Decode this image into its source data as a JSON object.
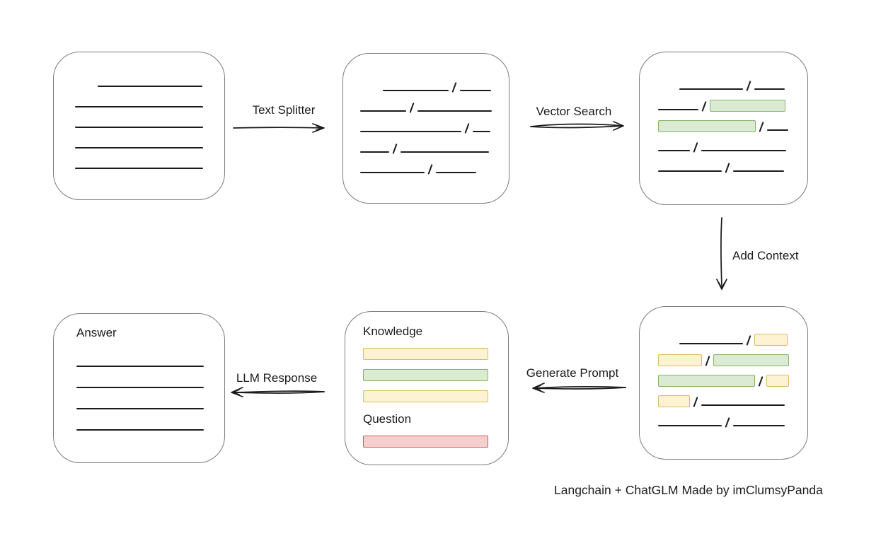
{
  "caption": "Langchain + ChatGLM Made by imClumsyPanda",
  "colors": {
    "stroke": "#1b1b1b",
    "box_border": "#7b7b7b",
    "green_fill": "#dbead2",
    "green_border": "#84b465",
    "yellow_fill": "#fdf3d3",
    "yellow_border": "#dcbc5f",
    "red_fill": "#f6cece",
    "red_border": "#c05f5f"
  },
  "arrows": {
    "text_splitter": {
      "label": "Text Splitter",
      "direction": "right"
    },
    "vector_search": {
      "label": "Vector Search",
      "direction": "right"
    },
    "add_context": {
      "label": "Add Context",
      "direction": "down"
    },
    "generate_prompt": {
      "label": "Generate Prompt",
      "direction": "left"
    },
    "llm_response": {
      "label": "LLM Response",
      "direction": "left"
    }
  },
  "boxes": {
    "document": {
      "lines": [
        {
          "indent": 32,
          "w": 148
        },
        {
          "w": 181
        },
        {
          "w": 181
        },
        {
          "w": 181
        },
        {
          "w": 181
        }
      ]
    },
    "chunks": {
      "rows": [
        {
          "indent": 32,
          "segs": [
            {
              "kind": "line",
              "w": 93
            },
            {
              "kind": "line",
              "w": 44
            }
          ]
        },
        {
          "segs": [
            {
              "kind": "line",
              "w": 65
            },
            {
              "kind": "line",
              "w": 106
            }
          ]
        },
        {
          "segs": [
            {
              "kind": "line",
              "w": 143
            },
            {
              "kind": "line",
              "w": 25
            }
          ]
        },
        {
          "segs": [
            {
              "kind": "line",
              "w": 41
            },
            {
              "kind": "line",
              "w": 125
            }
          ]
        },
        {
          "segs": [
            {
              "kind": "line",
              "w": 91
            },
            {
              "kind": "line",
              "w": 57
            }
          ]
        }
      ]
    },
    "chunks_searched": {
      "rows": [
        {
          "indent": 30,
          "segs": [
            {
              "kind": "line",
              "w": 90
            },
            {
              "kind": "line",
              "w": 43
            }
          ]
        },
        {
          "segs": [
            {
              "kind": "line",
              "w": 57
            },
            {
              "kind": "green",
              "w": 107
            }
          ]
        },
        {
          "segs": [
            {
              "kind": "green",
              "w": 138
            },
            {
              "kind": "line",
              "w": 30
            }
          ]
        },
        {
          "segs": [
            {
              "kind": "line",
              "w": 45
            },
            {
              "kind": "line",
              "w": 120
            }
          ]
        },
        {
          "segs": [
            {
              "kind": "line",
              "w": 90
            },
            {
              "kind": "line",
              "w": 72
            }
          ]
        }
      ]
    },
    "chunks_context": {
      "rows": [
        {
          "indent": 30,
          "segs": [
            {
              "kind": "line",
              "w": 90
            },
            {
              "kind": "yellow",
              "w": 47
            }
          ]
        },
        {
          "segs": [
            {
              "kind": "yellow",
              "w": 62
            },
            {
              "kind": "green",
              "w": 107
            }
          ]
        },
        {
          "segs": [
            {
              "kind": "green",
              "w": 138
            },
            {
              "kind": "yellow",
              "w": 32
            }
          ]
        },
        {
          "segs": [
            {
              "kind": "yellow",
              "w": 45
            },
            {
              "kind": "line",
              "w": 118
            }
          ]
        },
        {
          "segs": [
            {
              "kind": "line",
              "w": 90
            },
            {
              "kind": "line",
              "w": 73
            }
          ]
        }
      ]
    },
    "prompt": {
      "knowledge_label": "Knowledge",
      "knowledge_bars": [
        "yellow",
        "green",
        "yellow"
      ],
      "question_label": "Question",
      "question_bars": [
        "red"
      ]
    },
    "answer": {
      "title": "Answer",
      "lines": [
        {
          "w": 180
        },
        {
          "w": 180
        },
        {
          "w": 180
        },
        {
          "w": 180
        }
      ]
    }
  }
}
